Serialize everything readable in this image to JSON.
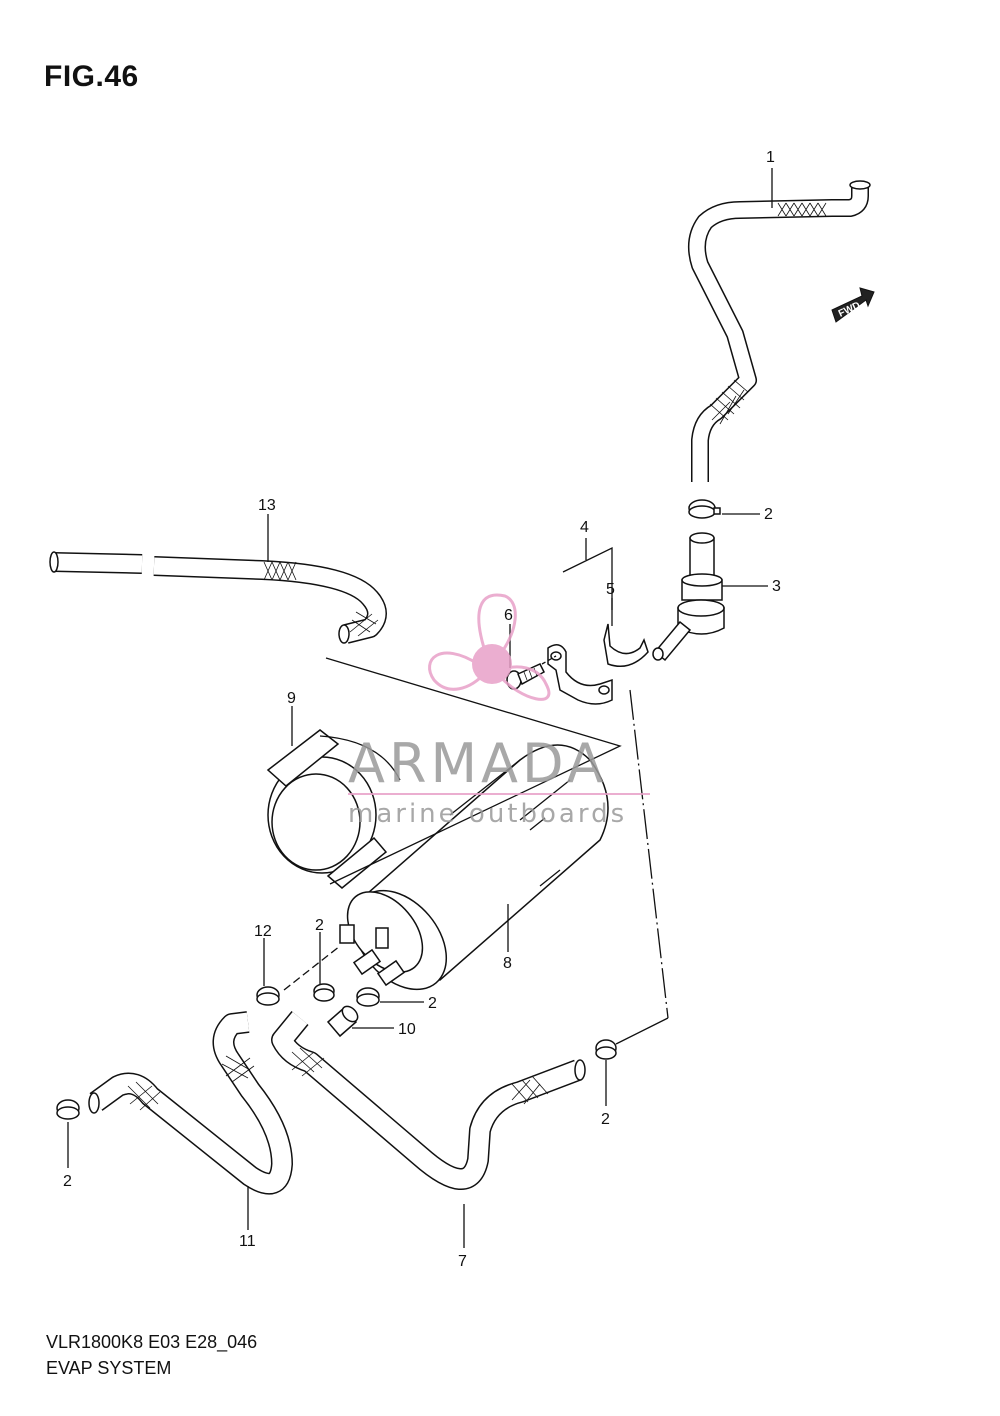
{
  "figure": {
    "title": "FIG.46",
    "model_code": "VLR1800K8 E03 E28_046",
    "section_name": "EVAP SYSTEM"
  },
  "direction_marker": {
    "label": "FWD"
  },
  "watermark": {
    "brand": "ARMADA",
    "tagline": "marine outboards",
    "colors": {
      "pink": "#e8a0c8",
      "text": "#9a9a9a"
    }
  },
  "callouts": [
    {
      "id": "c1",
      "label": "1"
    },
    {
      "id": "c2a",
      "label": "2"
    },
    {
      "id": "c3",
      "label": "3"
    },
    {
      "id": "c4",
      "label": "4"
    },
    {
      "id": "c5",
      "label": "5"
    },
    {
      "id": "c6",
      "label": "6"
    },
    {
      "id": "c13",
      "label": "13"
    },
    {
      "id": "c9",
      "label": "9"
    },
    {
      "id": "c8",
      "label": "8"
    },
    {
      "id": "c12",
      "label": "12"
    },
    {
      "id": "c2b",
      "label": "2"
    },
    {
      "id": "c2c",
      "label": "2"
    },
    {
      "id": "c10",
      "label": "10"
    },
    {
      "id": "c2d",
      "label": "2"
    },
    {
      "id": "c2e",
      "label": "2"
    },
    {
      "id": "c11",
      "label": "11"
    },
    {
      "id": "c7",
      "label": "7"
    }
  ]
}
